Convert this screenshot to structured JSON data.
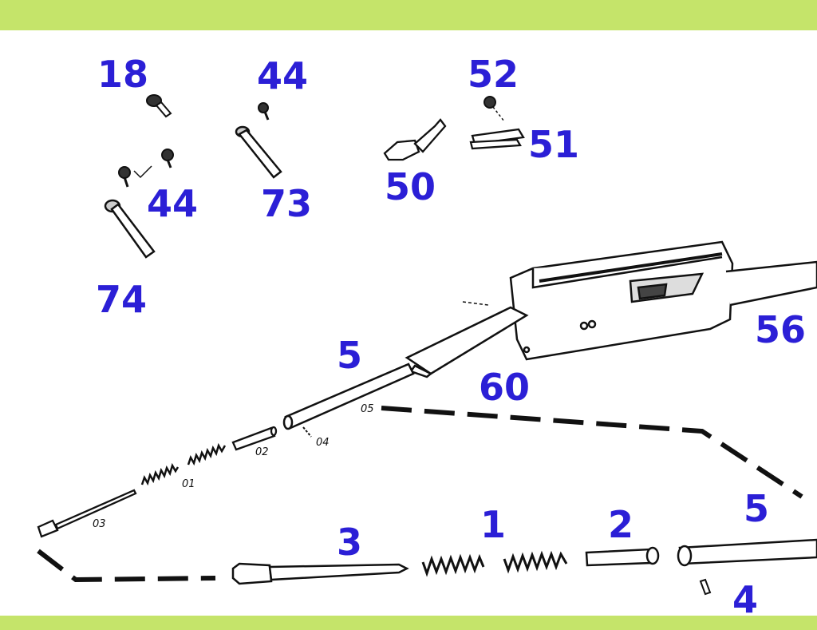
{
  "colors": {
    "band": "#c5e46a",
    "callout": "#2b1fd6",
    "ink": "#111111"
  },
  "callouts": {
    "c18": "18",
    "c44a": "44",
    "c44b": "44",
    "c52": "52",
    "c51": "51",
    "c50": "50",
    "c73": "73",
    "c74": "74",
    "c5a": "5",
    "c60": "60",
    "c56": "56",
    "c3": "3",
    "c1": "1",
    "c2": "2",
    "c5b": "5",
    "c4": "4"
  },
  "small_labels": {
    "l05": "05",
    "l04": "04",
    "l02": "02",
    "l01": "01",
    "l03": "03"
  }
}
